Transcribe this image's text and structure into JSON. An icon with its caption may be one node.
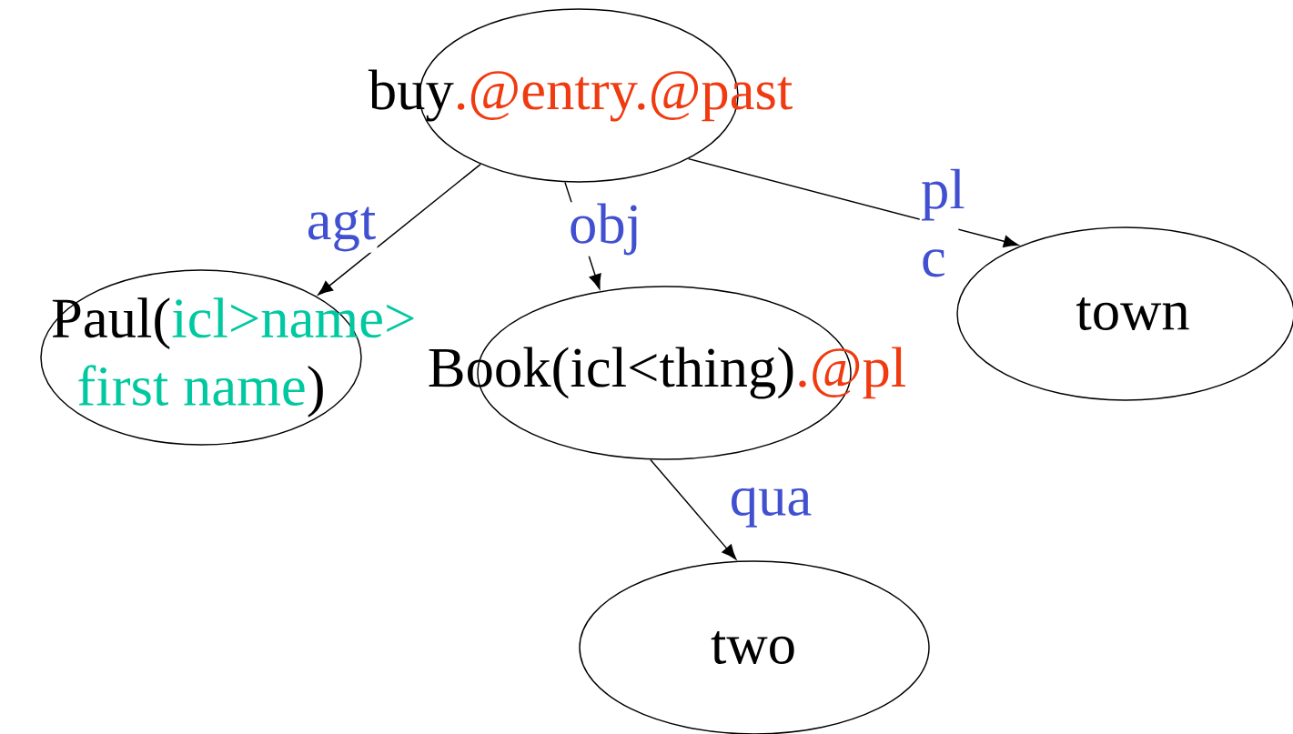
{
  "diagram": {
    "nodes": [
      {
        "text": [
          "buy",
          ".@entry.@past"
        ]
      },
      {
        "text": [
          "Paul(",
          "icl>name> first name",
          ")"
        ]
      },
      {
        "text": [
          "Book(icl<thing)",
          ".@pl"
        ]
      },
      {
        "text": [
          "town"
        ]
      },
      {
        "text": [
          "two"
        ]
      }
    ],
    "edges": [
      {
        "from": 0,
        "to": 1,
        "arrow": "to",
        "label": "agt"
      },
      {
        "from": 0,
        "to": 2,
        "arrow": "to",
        "label": "obj"
      },
      {
        "from": 0,
        "to": 3,
        "arrow": "to",
        "label": "pl c"
      },
      {
        "from": 2,
        "to": 4,
        "arrow": "to",
        "label": "qua"
      }
    ]
  }
}
